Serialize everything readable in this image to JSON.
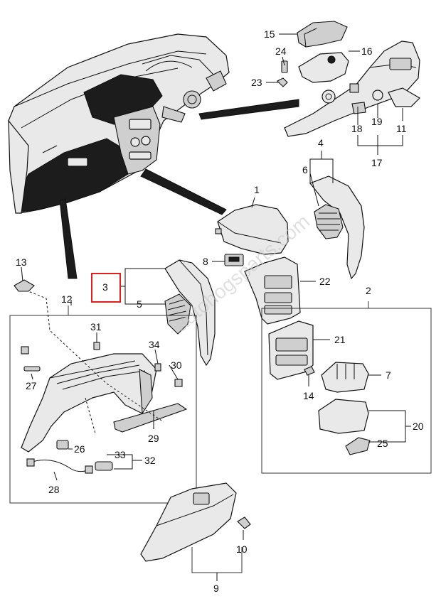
{
  "diagram": {
    "watermark": "autohogsparts.com",
    "callouts": {
      "c1": "1",
      "c2": "2",
      "c3": "3",
      "c4": "4",
      "c5": "5",
      "c6": "6",
      "c7": "7",
      "c8": "8",
      "c9": "9",
      "c10": "10",
      "c11": "11",
      "c12": "12",
      "c13": "13",
      "c14": "14",
      "c15": "15",
      "c16": "16",
      "c17": "17",
      "c18": "18",
      "c19": "19",
      "c20": "20",
      "c21": "21",
      "c22": "22",
      "c23": "23",
      "c24": "24",
      "c25": "25",
      "c26": "26",
      "c27": "27",
      "c28": "28",
      "c29": "29",
      "c30": "30",
      "c31": "31",
      "c32": "32",
      "c33": "33",
      "c34": "34"
    },
    "highlighted_callout": "3",
    "highlight_color": "#e01e1e"
  }
}
